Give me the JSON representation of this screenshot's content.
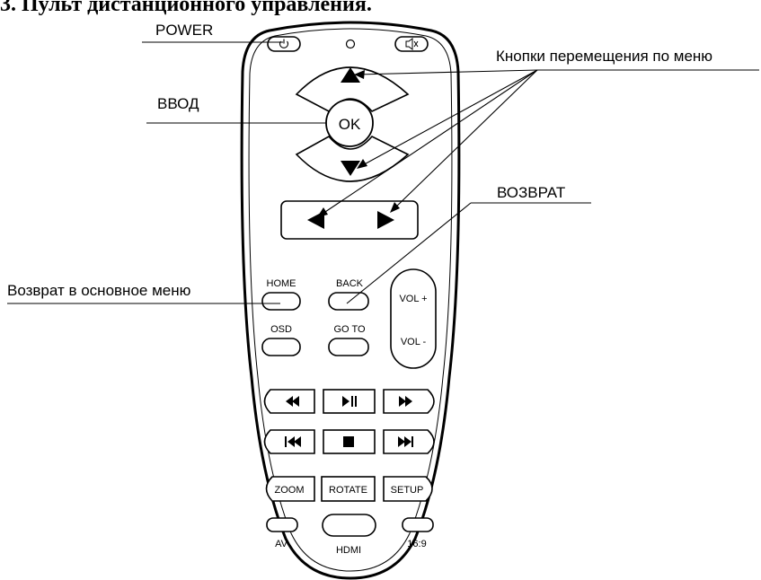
{
  "heading": "3. Пульт дистанционного управления.",
  "callouts": {
    "power": "POWER",
    "enter": "ВВОД",
    "navigation": "Кнопки перемещения по меню",
    "return": "ВОЗВРАТ",
    "main_menu": "Возврат в основное меню"
  },
  "remote": {
    "ok": "OK",
    "home": "HOME",
    "back": "BACK",
    "osd": "OSD",
    "goto": "GO TO",
    "vol_plus": "VOL +",
    "vol_minus": "VOL -",
    "zoom": "ZOOM",
    "rotate": "ROTATE",
    "setup": "SETUP",
    "av": "AV",
    "hdmi": "HDMI",
    "ratio": "16:9"
  },
  "icons": {
    "power": "power-icon",
    "mute": "mute-icon",
    "up": "arrow-up-icon",
    "down": "arrow-down-icon",
    "left": "arrow-left-icon",
    "right": "arrow-right-icon",
    "rewind": "rewind-icon",
    "play_pause": "play-pause-icon",
    "fast_forward": "fast-forward-icon",
    "prev": "skip-previous-icon",
    "stop": "stop-icon",
    "next": "skip-next-icon"
  }
}
